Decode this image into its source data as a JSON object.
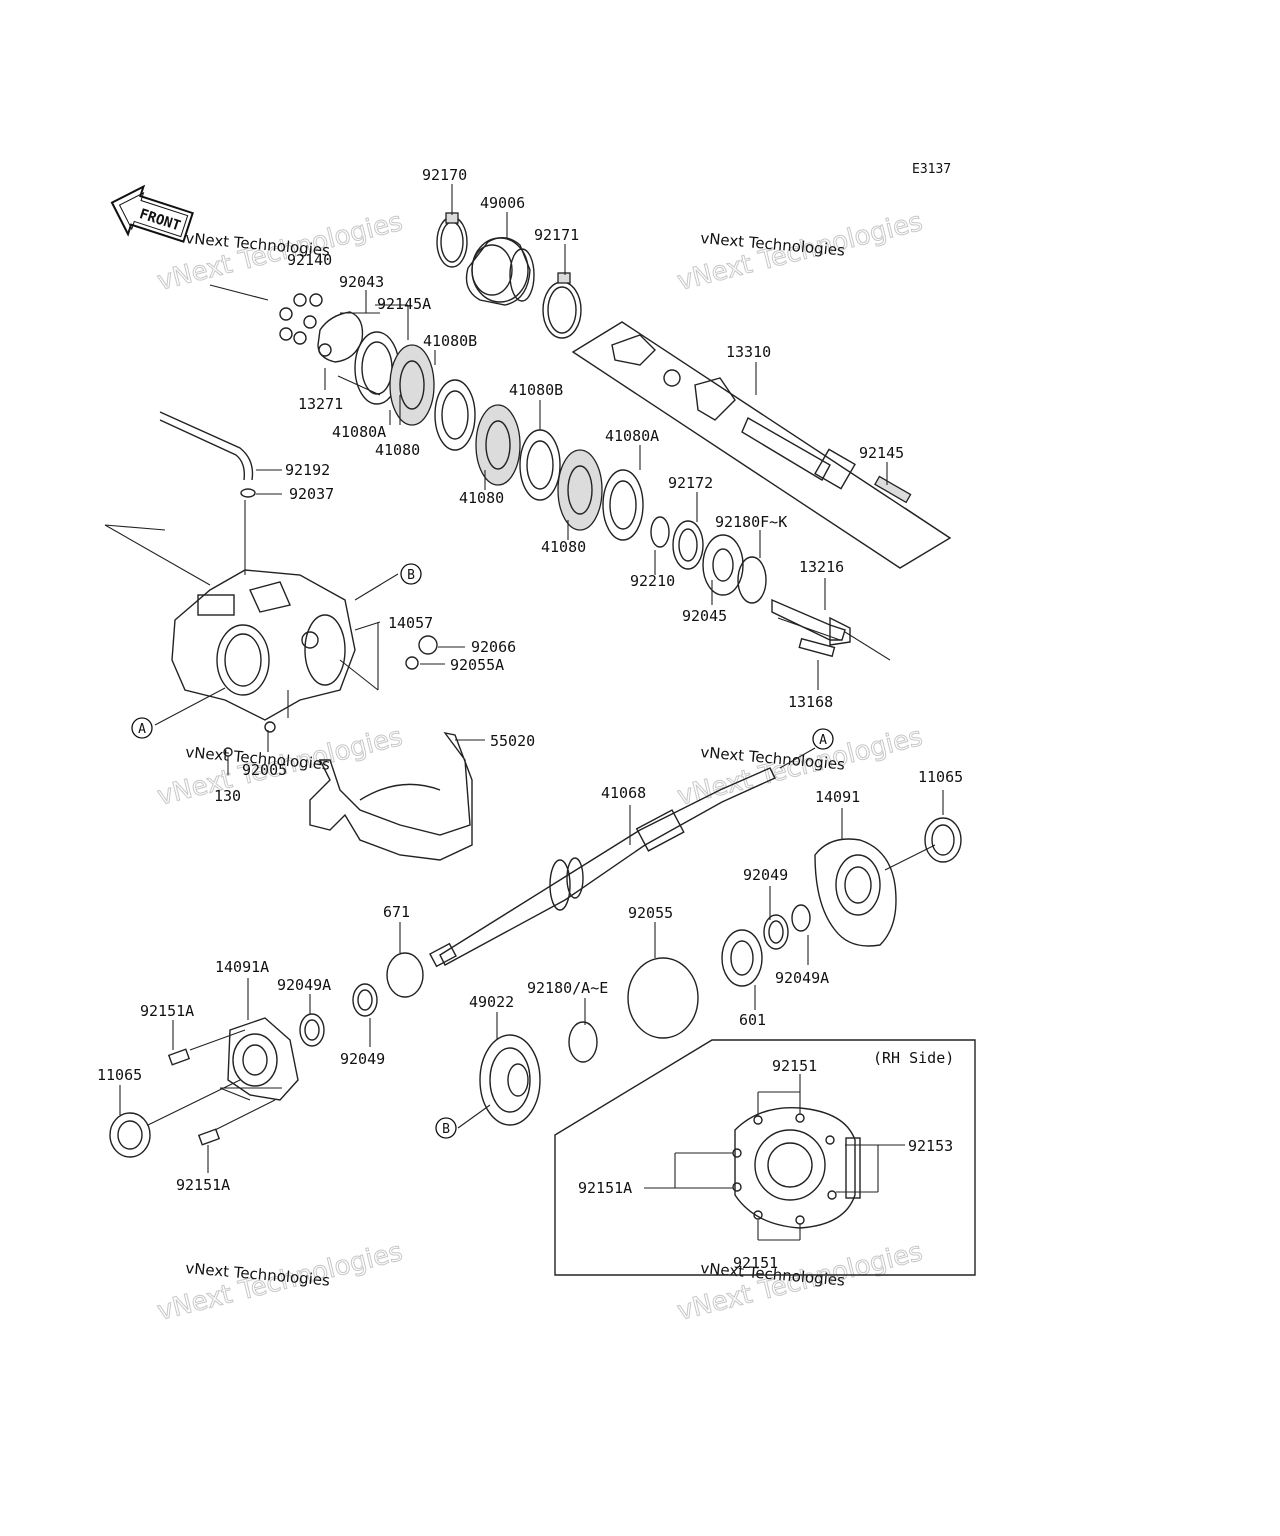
{
  "diagram": {
    "code": "E3137",
    "front_label": "FRONT",
    "rh_side_label": "(RH Side)",
    "watermark_line1": "vNext Technologies",
    "watermark_line2": "vNext Technologies",
    "ref_a": "A",
    "ref_b": "B",
    "parts": {
      "p92170": "92170",
      "p49006": "49006",
      "p92171": "92171",
      "p92140": "92140",
      "p92043": "92043",
      "p92145A": "92145A",
      "p41080B_1": "41080B",
      "p41080B_2": "41080B",
      "p13271": "13271",
      "p41080A_1": "41080A",
      "p41080_1": "41080",
      "p41080_2": "41080",
      "p41080A_2": "41080A",
      "p41080_3": "41080",
      "p13310": "13310",
      "p92145": "92145",
      "p92192": "92192",
      "p92037": "92037",
      "p92172": "92172",
      "p92180FK": "92180F~K",
      "p92210": "92210",
      "p92045": "92045",
      "p13216": "13216",
      "p14057": "14057",
      "p92066": "92066",
      "p92055A": "92055A",
      "p13168": "13168",
      "p55020": "55020",
      "p92005": "92005",
      "p130": "130",
      "p41068": "41068",
      "p11065_1": "11065",
      "p14091": "14091",
      "p92049_1": "92049",
      "p671": "671",
      "p92055": "92055",
      "p14091A": "14091A",
      "p92049A_1": "92049A",
      "p92180AE": "92180/A~E",
      "p49022": "49022",
      "p92049A_2": "92049A",
      "p92151A_1": "92151A",
      "p92049_2": "92049",
      "p601": "601",
      "p11065_2": "11065",
      "p92151": "92151",
      "p92151A_2": "92151A",
      "p92153": "92153",
      "p92151A_3": "92151A",
      "p92151_2": "92151"
    }
  }
}
